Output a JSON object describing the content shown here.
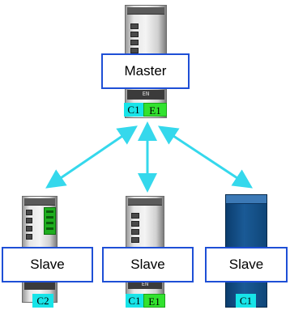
{
  "master": {
    "label": "Master",
    "ports": [
      "C1",
      "E1"
    ],
    "mark": "EN"
  },
  "slaves": [
    {
      "label": "Slave",
      "ports": [
        "C2"
      ]
    },
    {
      "label": "Slave",
      "ports": [
        "C1",
        "E1"
      ],
      "mark": "EN"
    },
    {
      "label": "Slave",
      "ports": [
        "C1"
      ]
    }
  ],
  "colors": {
    "arrow": "#35d8ec",
    "label_border": "#1e4fd6",
    "port_c": "#17e4e8",
    "port_e": "#32e22f",
    "slave_blue": "#0f4a84"
  }
}
